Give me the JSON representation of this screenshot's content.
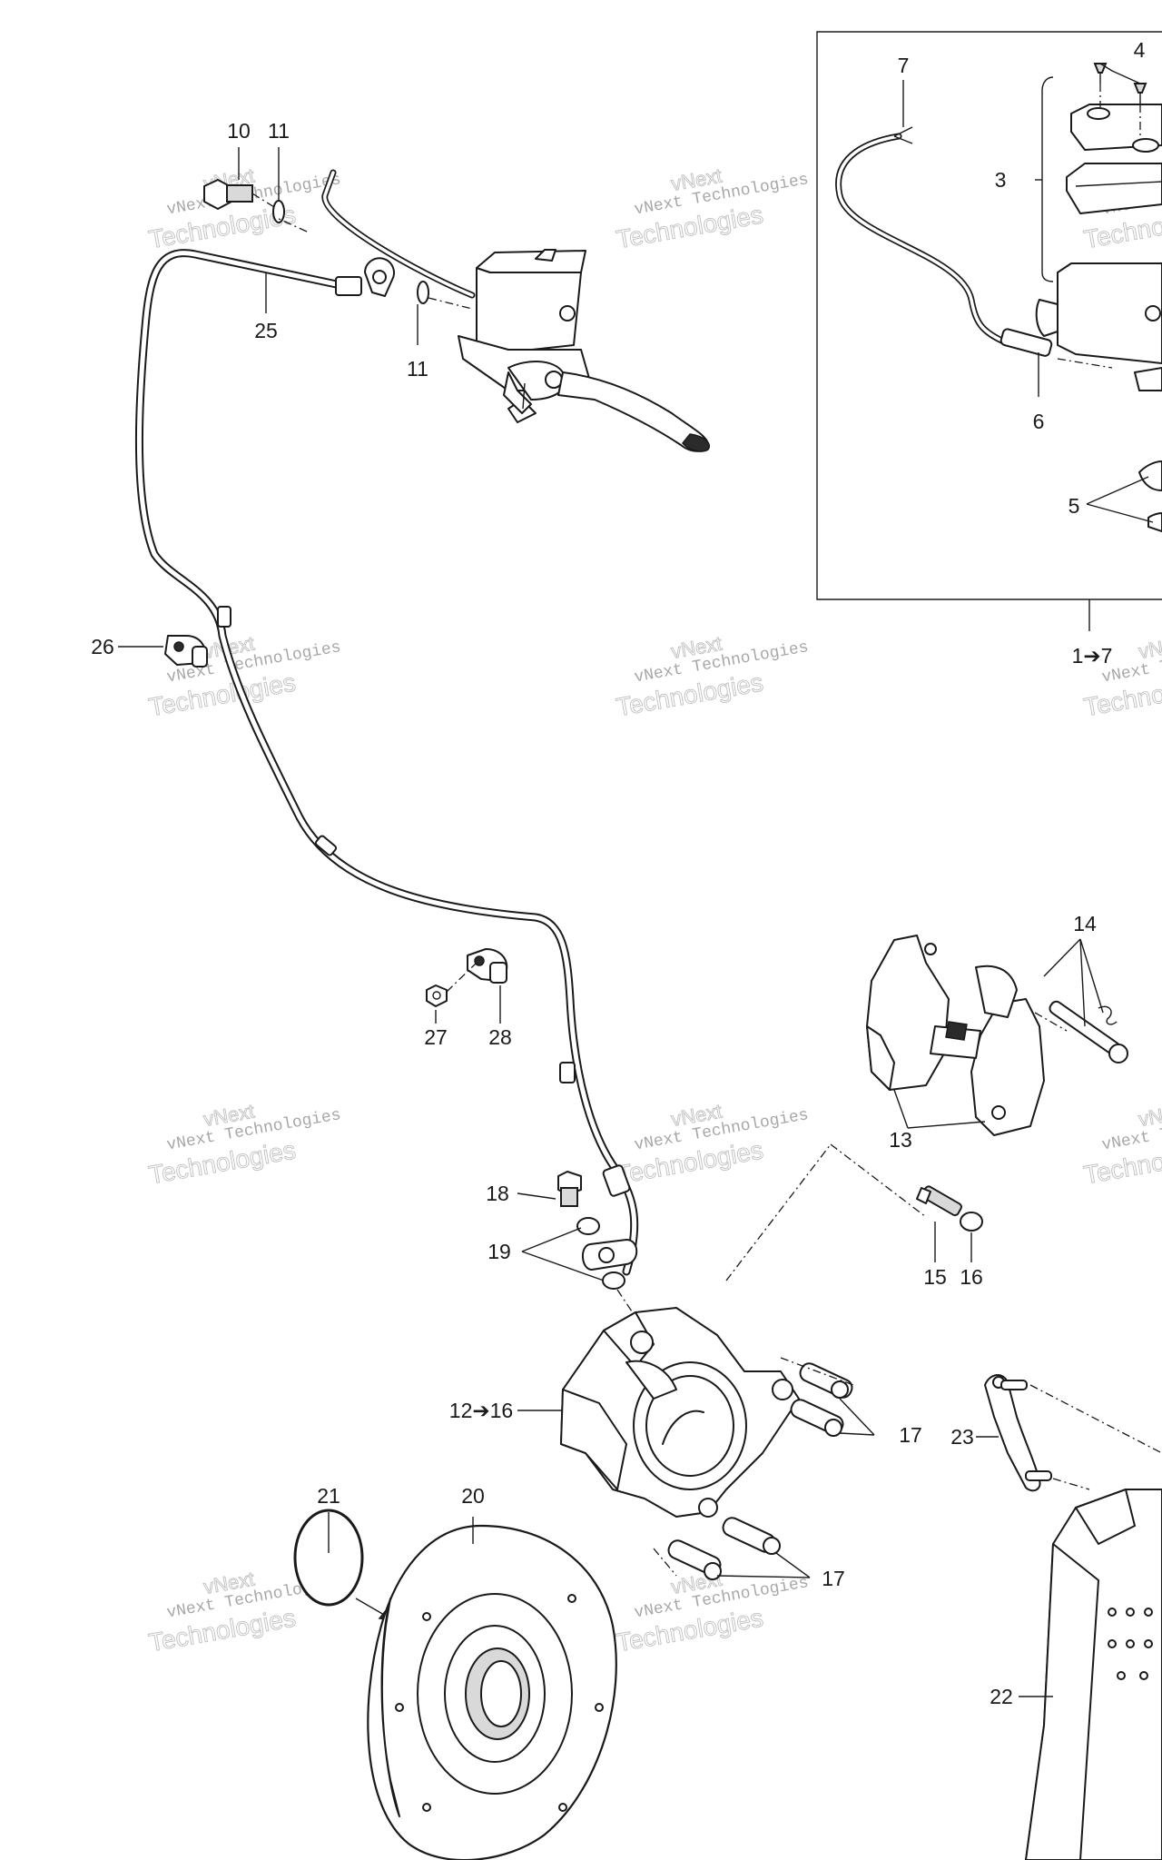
{
  "callouts": [
    {
      "id": "c10",
      "label": "10"
    },
    {
      "id": "c11a",
      "label": "11"
    },
    {
      "id": "c11b",
      "label": "11"
    },
    {
      "id": "c25",
      "label": "25"
    },
    {
      "id": "c26",
      "label": "26"
    },
    {
      "id": "c27",
      "label": "27"
    },
    {
      "id": "c28",
      "label": "28"
    },
    {
      "id": "c18",
      "label": "18"
    },
    {
      "id": "c19",
      "label": "19"
    },
    {
      "id": "c12",
      "label": "12➔16"
    },
    {
      "id": "c13",
      "label": "13"
    },
    {
      "id": "c14",
      "label": "14"
    },
    {
      "id": "c15",
      "label": "15"
    },
    {
      "id": "c16",
      "label": "16"
    },
    {
      "id": "c17a",
      "label": "17"
    },
    {
      "id": "c17b",
      "label": "17"
    },
    {
      "id": "c20",
      "label": "20"
    },
    {
      "id": "c21",
      "label": "21"
    },
    {
      "id": "c22",
      "label": "22"
    },
    {
      "id": "c23",
      "label": "23"
    },
    {
      "id": "c3",
      "label": "3"
    },
    {
      "id": "c4",
      "label": "4"
    },
    {
      "id": "c5",
      "label": "5"
    },
    {
      "id": "c6",
      "label": "6"
    },
    {
      "id": "c7",
      "label": "7"
    },
    {
      "id": "c1",
      "label": "1➔7"
    }
  ],
  "watermark": {
    "brand": "vNext",
    "line_small": "vNext Technologies",
    "line_large": "Technologies"
  }
}
